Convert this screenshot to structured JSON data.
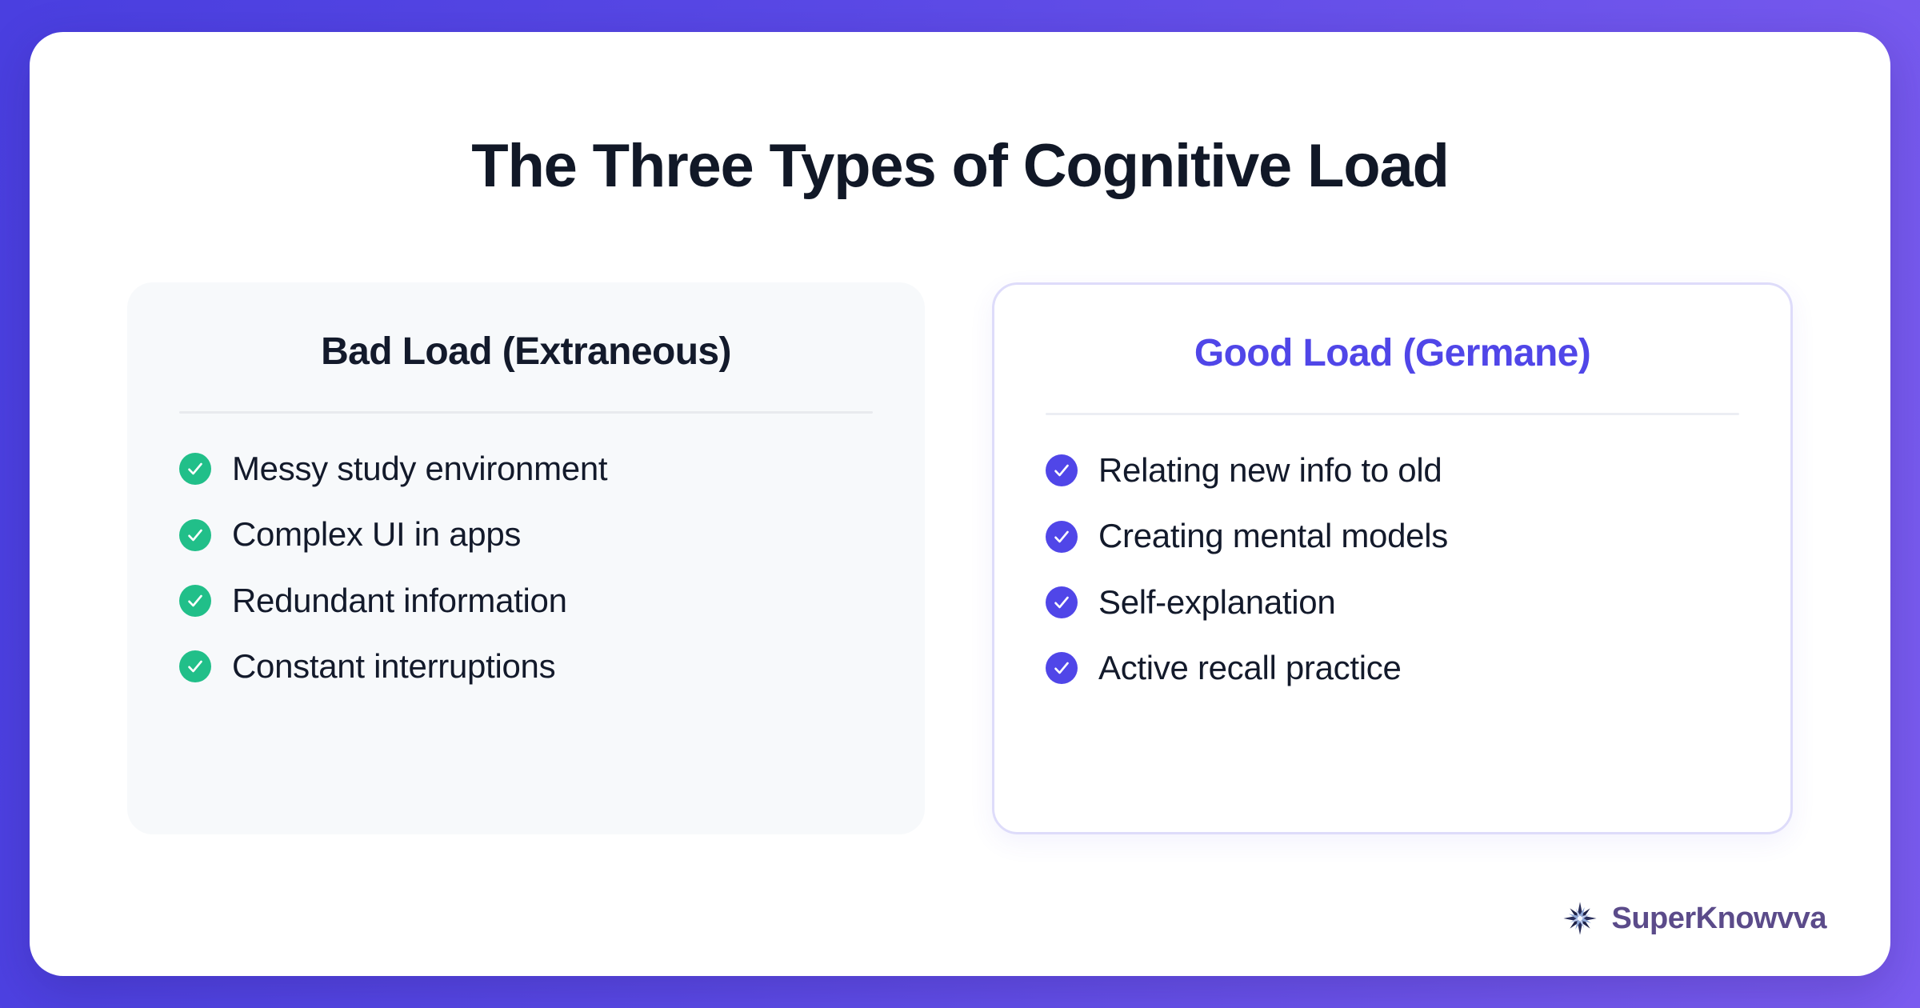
{
  "slide": {
    "title": "The Three Types of Cognitive Load"
  },
  "columns": [
    {
      "id": "bad-load",
      "title": "Bad Load (Extraneous)",
      "accent": "#21bf89",
      "check_icon": "check-circle-icon",
      "items": [
        "Messy study environment",
        "Complex UI in apps",
        "Redundant information",
        "Constant interruptions"
      ]
    },
    {
      "id": "good-load",
      "title": "Good Load (Germane)",
      "accent": "#5046e8",
      "check_icon": "check-circle-icon",
      "items": [
        "Relating new info to old",
        "Creating mental models",
        "Self-explanation",
        "Active recall practice"
      ]
    }
  ],
  "brand": {
    "name": "SuperKnowvva",
    "mark_icon": "starburst-logo-icon",
    "mark_color": "#1f2348",
    "text_color": "#5b4b8a"
  },
  "theme": {
    "background_gradient_from": "#4a3fe0",
    "background_gradient_to": "#7b5cf0",
    "panel_background": "#ffffff",
    "title_color": "#111827",
    "bad_card_background": "#f7f9fb",
    "good_card_border": "#dedcfa",
    "divider_color": "#e8eaee"
  }
}
